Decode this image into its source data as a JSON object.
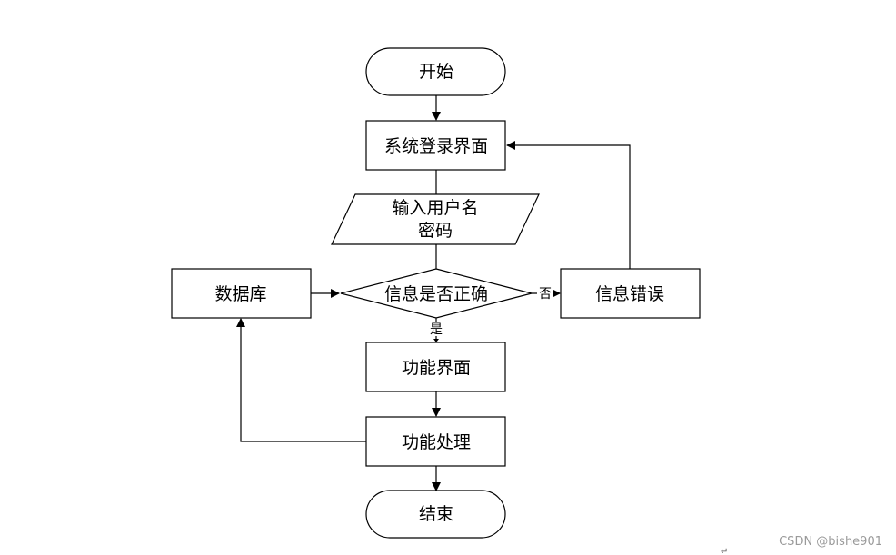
{
  "nodes": {
    "start": "开始",
    "login": "系统登录界面",
    "input_line1": "输入用户名",
    "input_line2": "密码",
    "decision": "信息是否正确",
    "database": "数据库",
    "error": "信息错误",
    "function_ui": "功能界面",
    "function_proc": "功能处理",
    "end": "结束"
  },
  "edges": {
    "yes": "是",
    "no": "否"
  },
  "watermark": "CSDN @bishe901",
  "return_mark": "↵"
}
